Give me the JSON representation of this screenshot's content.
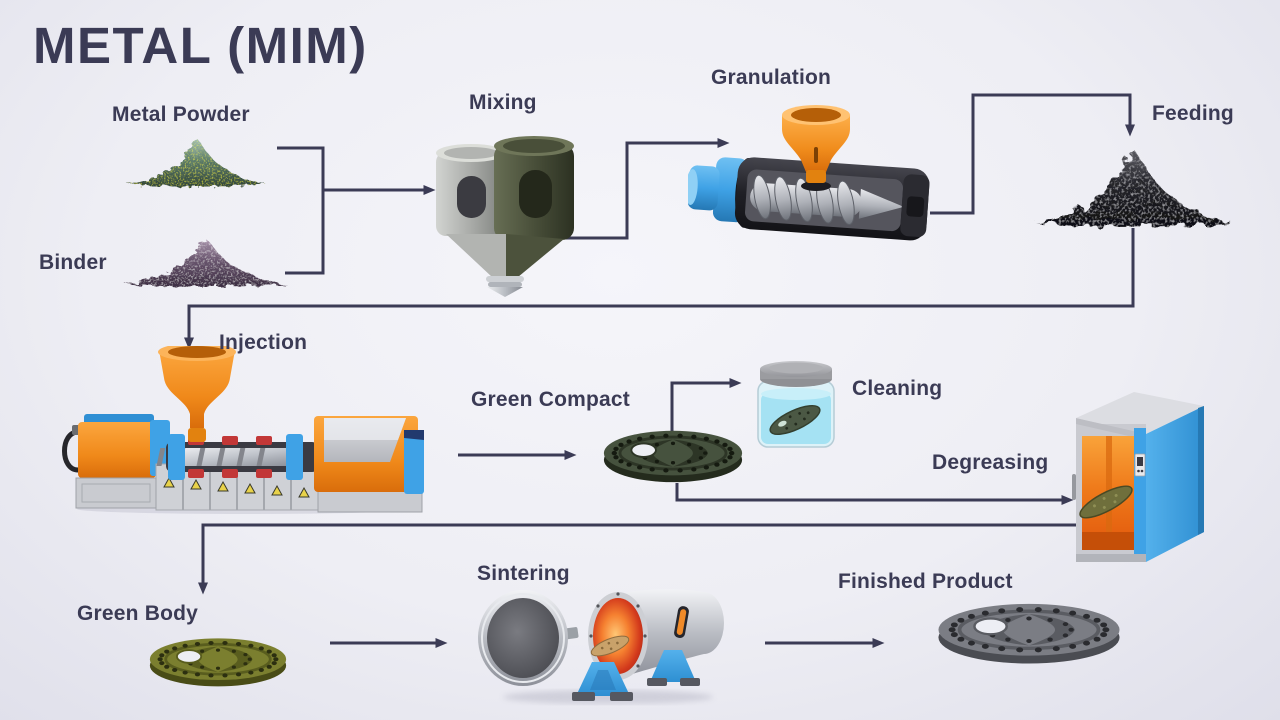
{
  "title": "METAL (MIM)",
  "labels": {
    "metal_powder": "Metal Powder",
    "binder": "Binder",
    "mixing": "Mixing",
    "granulation": "Granulation",
    "feeding": "Feeding",
    "injection": "Injection",
    "green_compact": "Green Compact",
    "cleaning": "Cleaning",
    "degreasing": "Degreasing",
    "green_body": "Green Body",
    "sintering": "Sintering",
    "finished_product": "Finished Product"
  },
  "flow": [
    "Metal Powder",
    "Binder",
    "Mixing",
    "Granulation",
    "Feeding",
    "Injection",
    "Green Compact",
    "Cleaning",
    "Degreasing",
    "Green Body",
    "Sintering",
    "Finished Product"
  ],
  "colors": {
    "text": "#3b3b55",
    "connector": "#3b3b55",
    "background_center": "#f5f5fa",
    "background_edge": "#dfdfea",
    "machine_orange": "#f5921e",
    "machine_blue": "#3fa2e6",
    "metal_powder_pile": {
      "light": "#a9c3b2",
      "base": "#5f7f6c",
      "dark": "#31453a",
      "speckle": "#dcead zzz"
    },
    "binder_pile": {
      "light": "#ab97ae",
      "base": "#6b5770",
      "dark": "#3b2c41",
      "speckle": "#ddd2df"
    },
    "feedstock_pile": {
      "light": "#5c5c64",
      "base": "#26262c",
      "dark": "#0d0d11",
      "speckle": "#90909a"
    },
    "green_compact_disc": {
      "top": "#46523e",
      "side": "#242b1d",
      "detail": "#2d3526",
      "hole": "#151a10"
    },
    "green_body_disc": {
      "top": "#7b7f2f",
      "side": "#494c16",
      "detail": "#595d1e",
      "hole": "#2c2f10"
    },
    "finished_disc": {
      "top": "#7b7d84",
      "side": "#4a4c52",
      "detail": "#5a5c62",
      "hole": "#2a2b2f"
    }
  }
}
